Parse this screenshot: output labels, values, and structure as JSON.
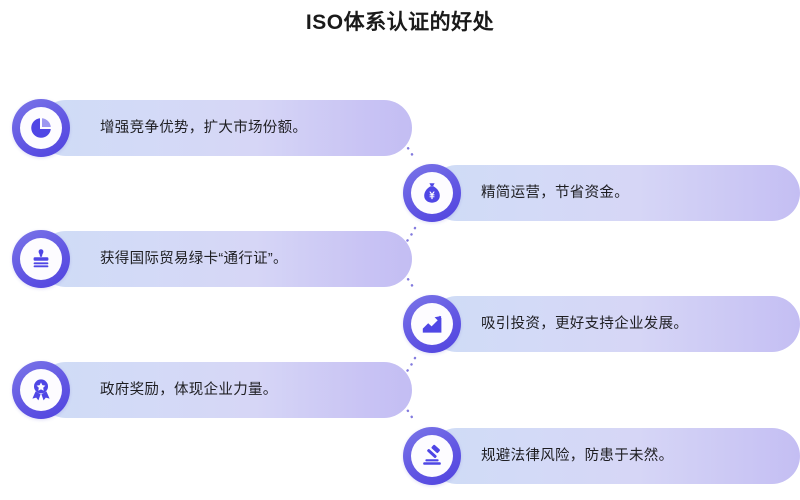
{
  "title": "ISO体系认证的好处",
  "theme": {
    "accent": "#4f46e5",
    "badge_ring_start": "#7b76e8",
    "badge_ring_end": "#4f43df",
    "bar_gradient_start": "#cfdcf6",
    "bar_gradient_end": "#c3bdf3",
    "text_color": "#1e1e22",
    "connector_color": "#6c63d8",
    "background": "#ffffff"
  },
  "benefits": {
    "left_column": [
      {
        "text": "增强竞争优势，扩大市场份额。",
        "icon": "pie-chart-icon"
      },
      {
        "text": "获得国际贸易绿卡“通行证”。",
        "icon": "stamp-icon"
      },
      {
        "text": "政府奖励，体现企业力量。",
        "icon": "medal-award-icon"
      }
    ],
    "right_column": [
      {
        "text": "精简运营，节省资金。",
        "icon": "money-bag-yuan-icon"
      },
      {
        "text": "吸引投资，更好支持企业发展。",
        "icon": "growth-chart-icon"
      },
      {
        "text": "规避法律风险，防患于未然。",
        "icon": "gavel-icon"
      }
    ]
  }
}
